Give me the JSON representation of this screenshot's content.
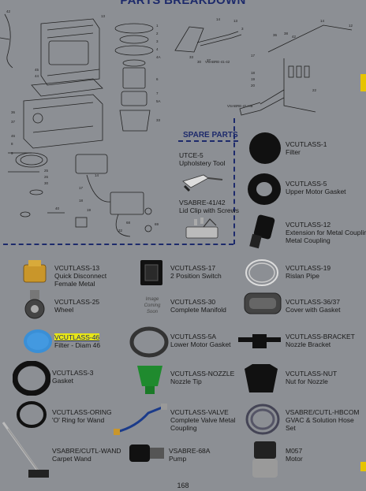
{
  "page": {
    "title": "PARTS BREAKDOWN",
    "spare_parts_heading": "SPARE PARTS",
    "page_number": "168"
  },
  "diagram": {
    "callouts": [
      "1",
      "2",
      "3",
      "4",
      "4A",
      "5",
      "6",
      "7",
      "5A",
      "13",
      "14",
      "17",
      "18",
      "19",
      "25",
      "26",
      "30",
      "32",
      "33",
      "36",
      "37",
      "40",
      "42",
      "43",
      "44",
      "45",
      "46",
      "68",
      "69",
      "12",
      "8",
      "9"
    ],
    "wand_labels": [
      "VSABRE-41-42",
      "VSABRE-41-HB"
    ]
  },
  "spare_parts": [
    {
      "code": "UTCE-5",
      "name": "Upholstery Tool"
    },
    {
      "code": "VSABRE-41/42",
      "name": "Lid Clip with Screws"
    },
    {
      "code": "VCUTLASS-1",
      "name": "Filter"
    },
    {
      "code": "VCUTLASS-5",
      "name": "Upper Motor Gasket"
    },
    {
      "code": "VCUTLASS-12",
      "name": "Extension for Metal Coupling"
    }
  ],
  "parts": [
    {
      "code": "VCUTLASS-13",
      "name": "Quick Disconnect Female Metal"
    },
    {
      "code": "VCUTLASS-17",
      "name": "2 Position Switch"
    },
    {
      "code": "VCUTLASS-19",
      "name": "Rislan Pipe"
    },
    {
      "code": "VCUTLASS-25",
      "name": "Wheel"
    },
    {
      "code": "VCUTLASS-30",
      "name": "Complete Manifold",
      "placeholder": "Image Coming Soon"
    },
    {
      "code": "VCUTLASS-36/37",
      "name": "Cover with Gasket"
    },
    {
      "code": "VCUTLASS-46",
      "name": "Filter - Diam 46"
    },
    {
      "code": "VCUTLASS-5A",
      "name": "Lower Motor Gasket"
    },
    {
      "code": "VCUTLASS-BRACKET",
      "name": "Nozzle Bracket"
    },
    {
      "code": "VCUTLASS-3",
      "name": "Gasket"
    },
    {
      "code": "VCUTLASS-NOZZLE",
      "name": "Nozzle Tip"
    },
    {
      "code": "VCUTLASS-NUT",
      "name": "Nut for Nozzle"
    },
    {
      "code": "VCUTLASS-ORING",
      "name": "'O' Ring for Wand"
    },
    {
      "code": "VCUTLASS-VALVE",
      "name": "Complete Valve Metal Coupling"
    },
    {
      "code": "VSABRE/CUTL-HBCOM",
      "name": "GVAC & Solution Hose Set"
    },
    {
      "code": "VSABRE/CUTL-WAND",
      "name": "Carpet Wand"
    },
    {
      "code": "VSABRE-68A",
      "name": "Pump"
    },
    {
      "code": "M057",
      "name": "Motor"
    }
  ],
  "colors": {
    "background": "#8c8f94",
    "heading": "#1d2a6b",
    "highlight": "#e8e616",
    "side_tab": "#e6c400"
  }
}
